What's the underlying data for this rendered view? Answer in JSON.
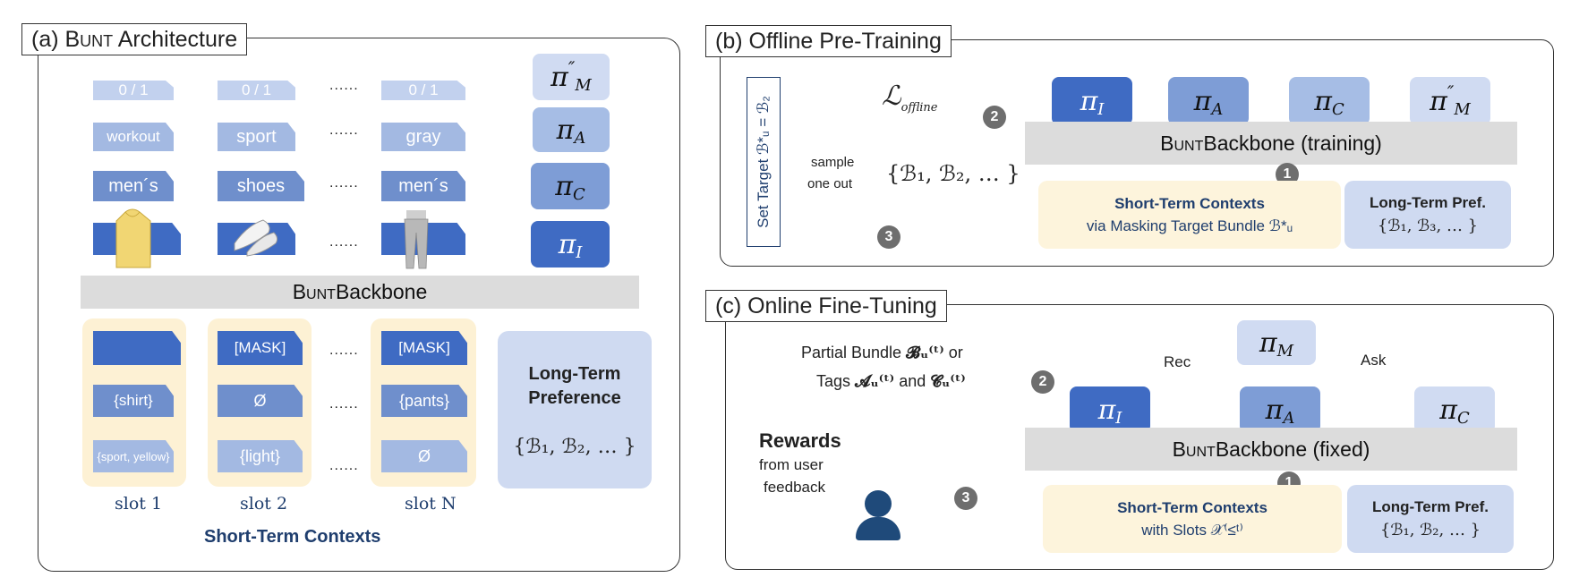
{
  "panel_a": {
    "title_prefix": "(a) ",
    "title_bunt": "Bunt",
    "title_suffix": " Architecture",
    "rows": {
      "price": [
        "0 / 1",
        "0 / 1",
        "0 / 1"
      ],
      "attr": [
        "workout",
        "sport",
        "gray"
      ],
      "cat": [
        "men´s",
        "shoes",
        "men´s"
      ]
    },
    "dots": "......",
    "pis": {
      "m": "π″_M",
      "a": "π_A",
      "c": "π_C",
      "i": "π_I"
    },
    "backbone_bunt": "Bunt",
    "backbone_rest": " Backbone",
    "slot1": {
      "tag": "{shirt}",
      "tags2": "{sport, yellow}"
    },
    "slot2": {
      "mask": "[MASK]",
      "tag": "Ø",
      "tags2": "{light}"
    },
    "slotN": {
      "mask": "[MASK]",
      "tag": "{pants}",
      "tags2": "Ø"
    },
    "slot_labels": [
      "slot 1",
      "slot 2",
      "slot N"
    ],
    "ltp_title": "Long-Term Preference",
    "ltp_set": "{ℬ₁, ℬ₂, … }",
    "stc_label": "Short-Term Contexts"
  },
  "panel_b": {
    "title": "(b) Offline Pre-Training",
    "set_target": "Set Target  ℬ*ᵤ = ℬ₂",
    "loss": "ℒ",
    "loss_sub": "offline",
    "sample": "sample",
    "one_out": "one out",
    "bundles": "{ℬ₁, ℬ₂, … }",
    "backbone_bunt": "Bunt",
    "backbone_rest": " Backbone (training)",
    "stc_title": "Short-Term Contexts",
    "stc_sub": "via Masking Target Bundle ℬ*ᵤ",
    "ltp_title": "Long-Term Pref.",
    "ltp_set": "{ℬ₁, ℬ₃, … }",
    "nums": [
      "1",
      "2",
      "3"
    ]
  },
  "panel_c": {
    "title": "(c) Online Fine-Tuning",
    "partial_1": "Partial Bundle ",
    "partial_sym": "𝓑ᵤ⁽ᵗ⁾",
    "partial_2": " or",
    "tags_1": "Tags ",
    "tags_sym": "𝓐ᵤ⁽ᵗ⁾",
    "tags_2": " and ",
    "tags_sym2": "𝓒ᵤ⁽ᵗ⁾",
    "rewards": "Rewards",
    "from_user": "from user",
    "feedback": "feedback",
    "rec": "Rec",
    "ask": "Ask",
    "pm": "π_M",
    "backbone_bunt": "Bunt",
    "backbone_rest": " Backbone (fixed)",
    "stc_title": "Short-Term Contexts",
    "stc_sub": "with Slots 𝒳⁽≤ᵗ⁾",
    "ltp_title": "Long-Term Pref.",
    "ltp_set": "{ℬ₁, ℬ₂, … }",
    "nums": [
      "1",
      "2",
      "3"
    ]
  },
  "colors": {
    "dark_blue": "#3f6bc3",
    "mid_blue": "#7e9dd6",
    "light_blue": "#a6bde5",
    "pale_blue": "#cfdaf1",
    "cream": "#fdf4dc",
    "gray": "#dcdcdc",
    "arrow_gold": "#c8960f",
    "navy_text": "#1f3e6e"
  }
}
